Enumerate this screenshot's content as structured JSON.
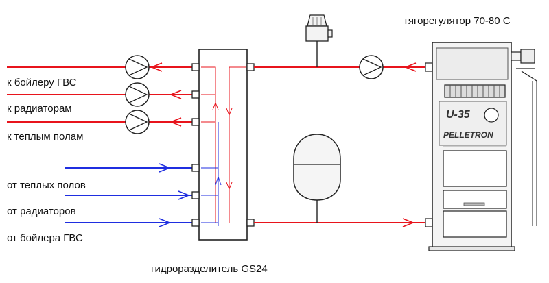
{
  "labels": {
    "hot_outputs": [
      "к бойлеру ГВС",
      "к радиаторам",
      "к теплым полам"
    ],
    "cold_inputs": [
      "от теплых полов",
      "от радиаторов",
      "от бойлера ГВС"
    ],
    "draft_regulator": "тягорегулятор 70-80 С",
    "separator": "гидроразделитель GS24"
  },
  "boiler": {
    "model": "U-35",
    "brand": "PELLETRON"
  },
  "colors": {
    "hot": "#e8141c",
    "cold": "#1f2ee0",
    "equipment": "#222222",
    "boiler_fill": "#f4f4f4"
  }
}
